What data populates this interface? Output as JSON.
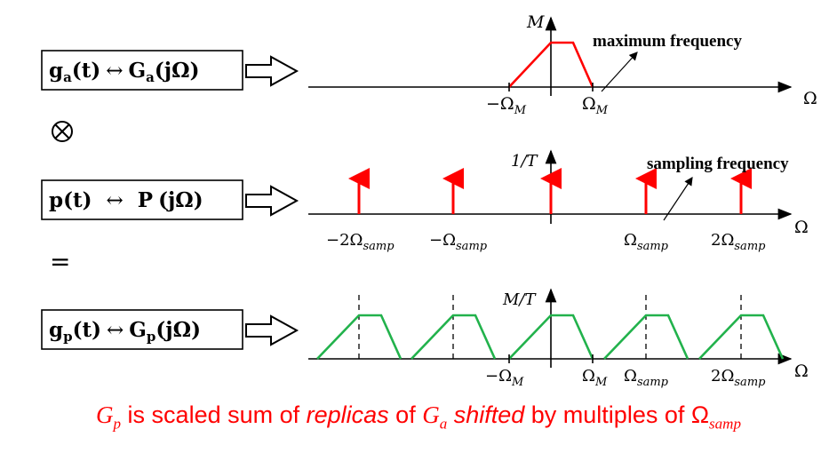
{
  "rows": [
    {
      "box": {
        "f": "g",
        "fsub": "a",
        "arrow": "↔",
        "F": "G",
        "Fsub": "a",
        "arg": "(jΩ)",
        "t": "(t)"
      },
      "ylabel": "M",
      "ticks": [
        "−Ω",
        "Ω"
      ],
      "tick_subs": [
        "M",
        "M"
      ],
      "annotation": "maximum frequency",
      "axis_label": "Ω"
    },
    {
      "box": {
        "f": "p",
        "fsub": "",
        "arrow": "↔",
        "F": "P",
        "Fsub": "",
        "arg": "(jΩ)",
        "t": "(t)"
      },
      "ylabel": "1/T",
      "ticks": [
        "−2Ω",
        "−Ω",
        "Ω",
        "2Ω"
      ],
      "tick_subs": [
        "samp",
        "samp",
        "samp",
        "samp"
      ],
      "annotation": "sampling frequency",
      "axis_label": "Ω"
    },
    {
      "box": {
        "f": "g",
        "fsub": "p",
        "arrow": "↔",
        "F": "G",
        "Fsub": "p",
        "arg": "(jΩ)",
        "t": "(t)"
      },
      "ylabel": "M/T",
      "ticks": [
        "−Ω",
        "Ω",
        "Ω",
        "2Ω"
      ],
      "tick_subs": [
        "M",
        "M",
        "samp",
        "samp"
      ],
      "axis_label": "Ω"
    }
  ],
  "operators": {
    "convolve": "⊗",
    "equals": "="
  },
  "caption": {
    "p1": "G",
    "p1sub": "p",
    "p2": " is scaled sum of ",
    "p3": "replicas",
    "p4": " of ",
    "p5": "G",
    "p5sub": "a",
    "p6": " ",
    "p7": "shifted",
    "p8": " by multiples of ",
    "p9": "Ω",
    "p9sub": "samp"
  },
  "colors": {
    "spectrum": "#ff0000",
    "impulses": "#ff0000",
    "replicas": "#22b24c",
    "caption": "#ff0000",
    "axis": "#000000"
  }
}
